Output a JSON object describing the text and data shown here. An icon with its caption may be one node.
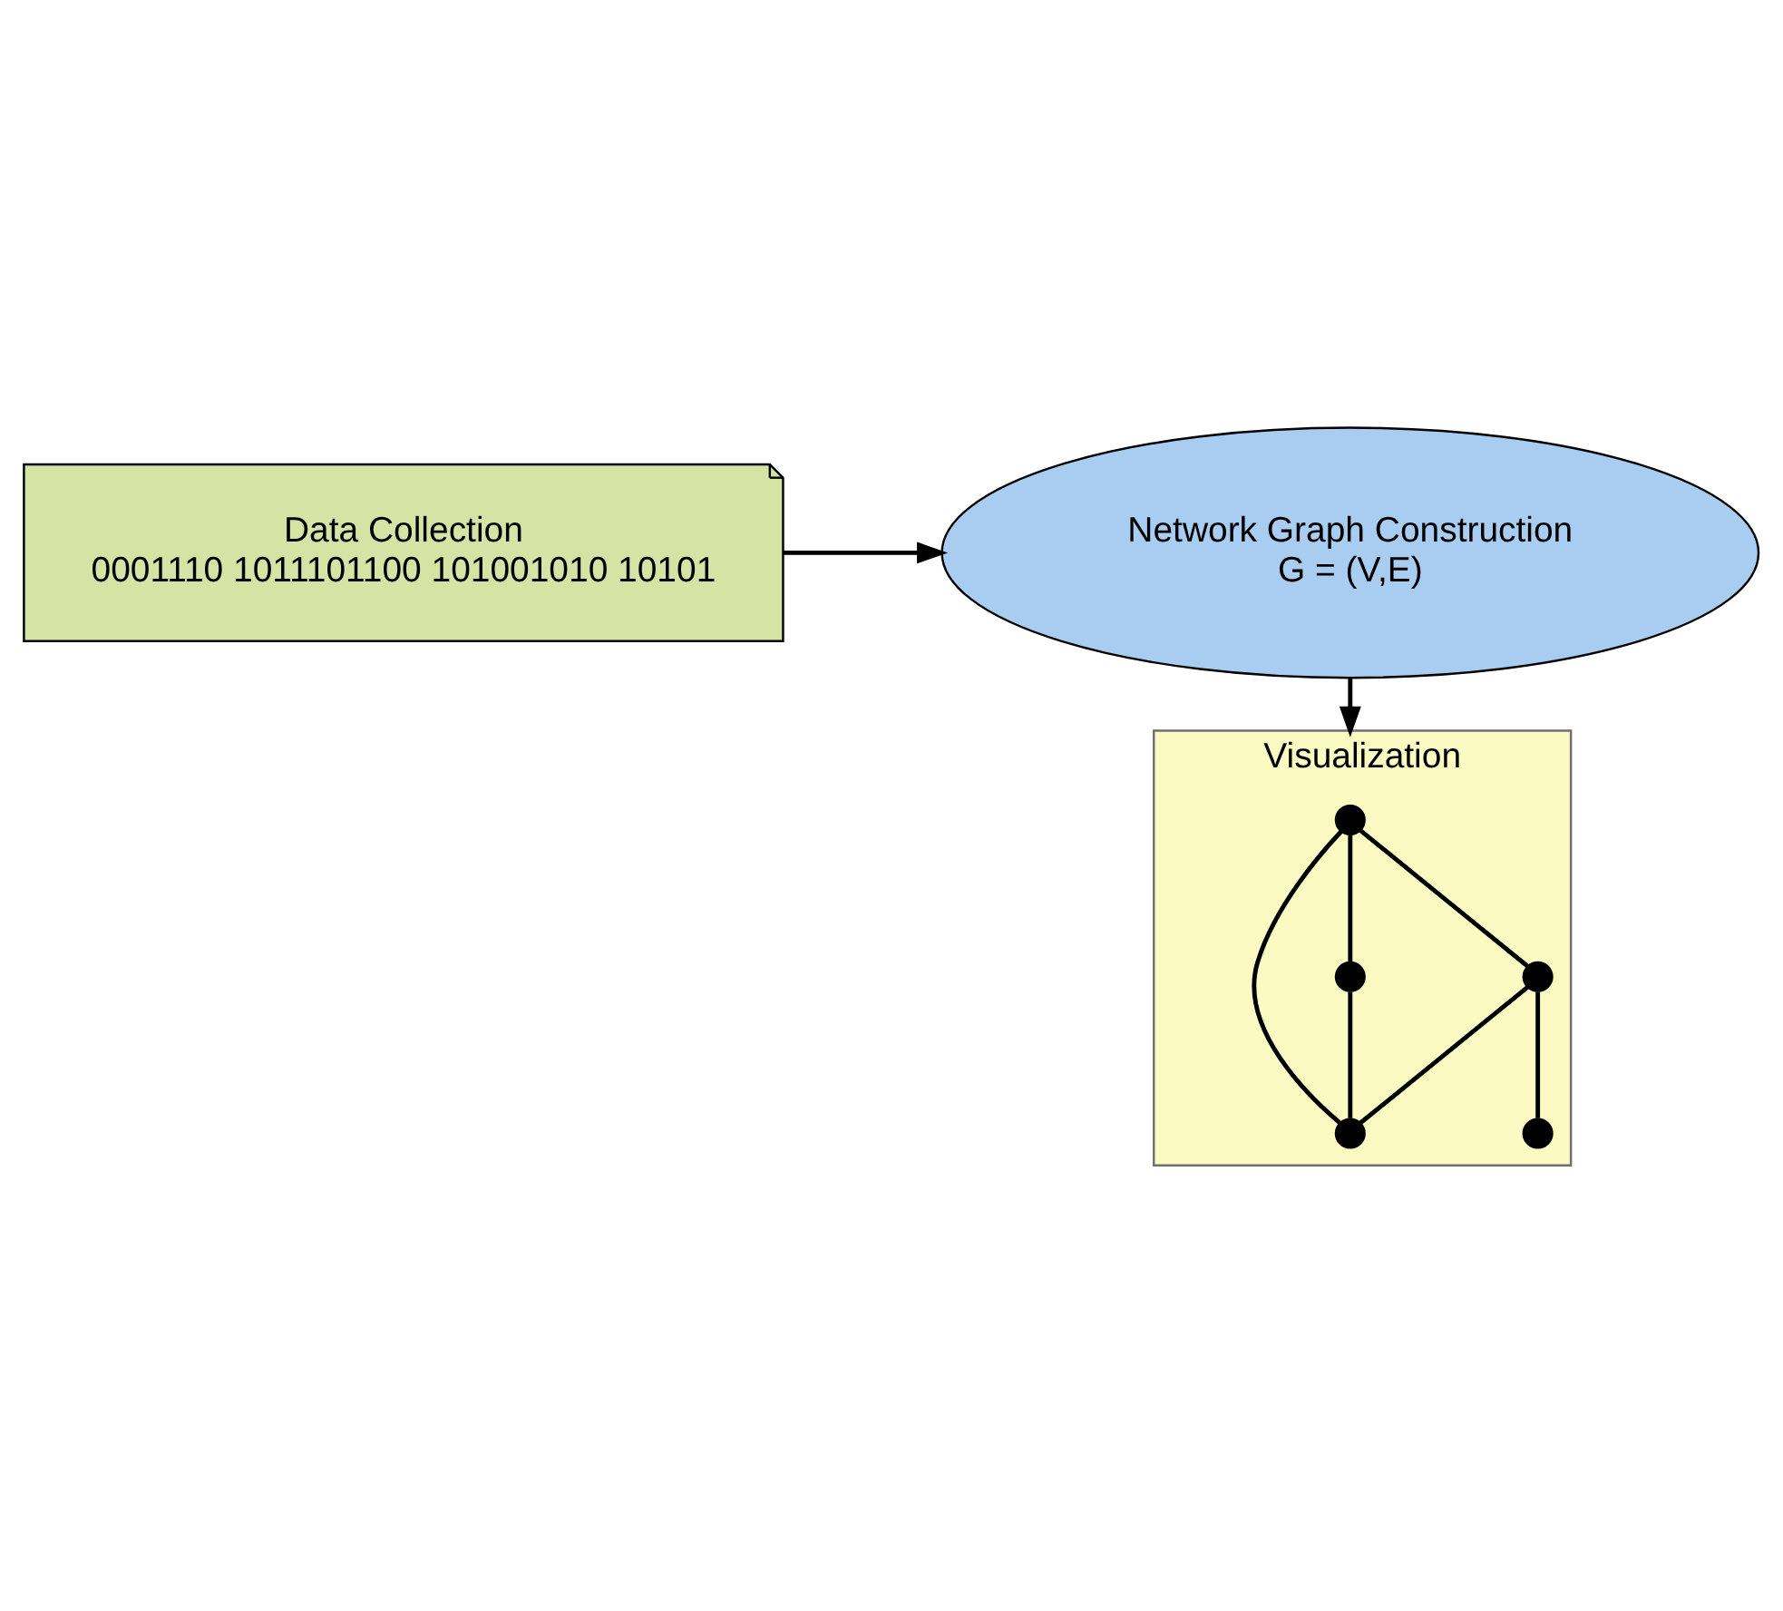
{
  "diagram": {
    "nodes": [
      {
        "text": [
          "Data Collection",
          "0001110 1011101100 101001010 10101"
        ]
      },
      {
        "text": [
          "Network Graph Construction",
          "G = (V,E)"
        ]
      },
      {
        "text": [
          "Visualization"
        ]
      },
      {
        "text": [],
        "shape": "circle",
        "in": 2
      },
      {
        "text": [],
        "shape": "circle",
        "in": 2
      },
      {
        "text": [],
        "shape": "circle",
        "in": 2
      },
      {
        "text": [],
        "shape": "circle",
        "in": 2
      },
      {
        "text": [],
        "shape": "circle",
        "in": 2
      }
    ],
    "edges": [
      {
        "from": 0,
        "to": 1,
        "arrow": "to"
      },
      {
        "from": 1,
        "to": 2,
        "arrow": "to"
      },
      {
        "from": 3,
        "to": 4,
        "arrow": "none"
      },
      {
        "from": 3,
        "to": 5,
        "arrow": "none"
      },
      {
        "from": 3,
        "to": 6,
        "arrow": "none"
      },
      {
        "from": 6,
        "to": 4,
        "arrow": "none"
      },
      {
        "from": 5,
        "to": 4,
        "arrow": "none"
      },
      {
        "from": 5,
        "to": 7,
        "arrow": "none"
      }
    ]
  }
}
